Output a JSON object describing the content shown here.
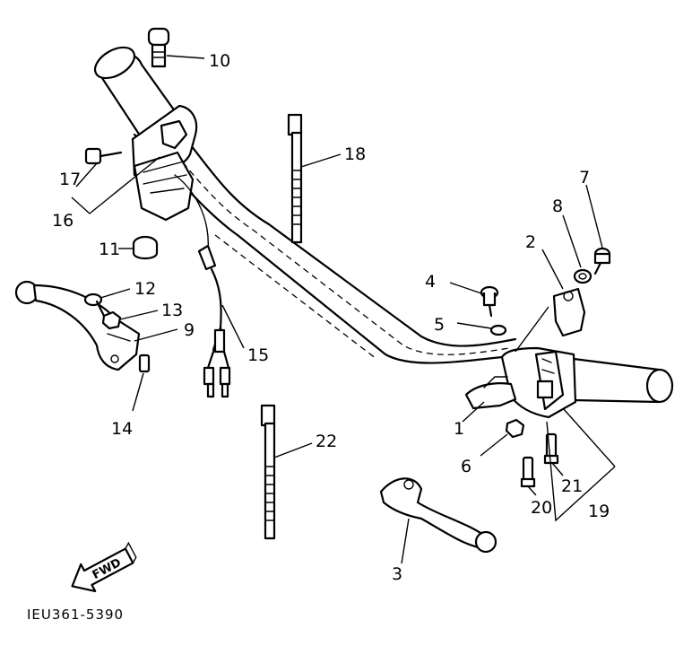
{
  "labels": {
    "p1": "1",
    "p2": "2",
    "p3": "3",
    "p4": "4",
    "p5": "5",
    "p6": "6",
    "p7": "7",
    "p8": "8",
    "p9": "9",
    "p10": "10",
    "p11": "11",
    "p12": "12",
    "p13": "13",
    "p14": "14",
    "p15": "15",
    "p16": "16",
    "p17": "17",
    "p18": "18",
    "p19": "19",
    "p20": "20",
    "p21": "21",
    "p22": "22"
  },
  "direction_arrow": "FWD",
  "drawing_code": "IEU361-5390"
}
